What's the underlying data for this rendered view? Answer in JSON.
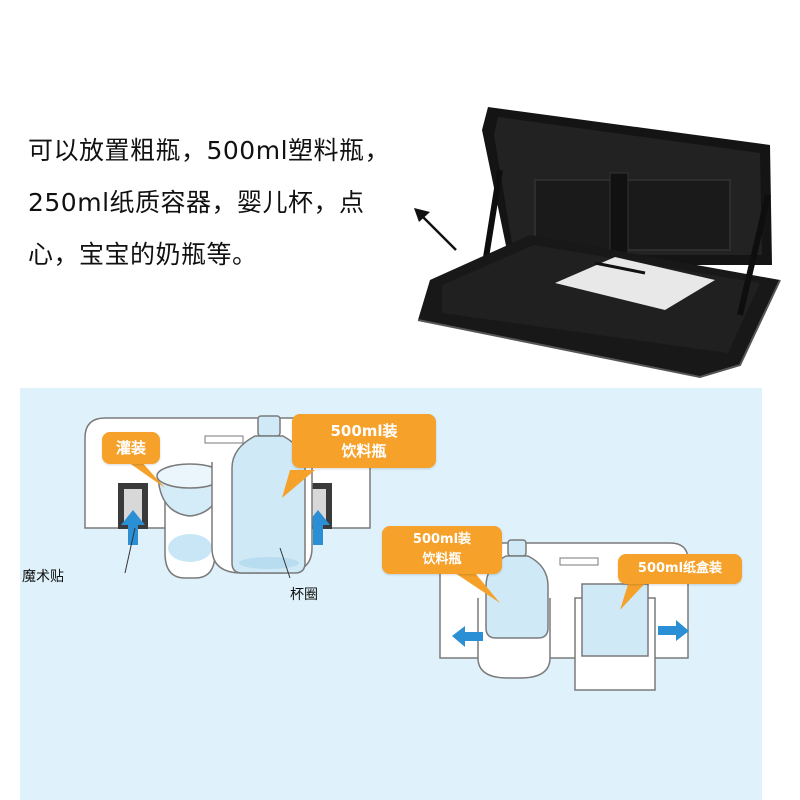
{
  "description": {
    "lines": [
      "可以放置粗瓶，500ml塑料瓶，",
      "250ml纸质容器，婴儿杯，点",
      "心，宝宝的奶瓶等。"
    ]
  },
  "callouts": {
    "pour": "灌装",
    "bottle_big_1": "500ml装",
    "bottle_big_2": "饮料瓶",
    "bottle_small_1": "500ml装",
    "bottle_small_2": "饮料瓶",
    "carton": "500ml纸盒装"
  },
  "labels": {
    "velcro": "魔术贴",
    "cup_ring": "杯圈"
  },
  "colors": {
    "callout": "#f5a12a",
    "panel": "#dff1fa",
    "arrow": "#2b8fd6",
    "tray": "#1c1c1c"
  }
}
